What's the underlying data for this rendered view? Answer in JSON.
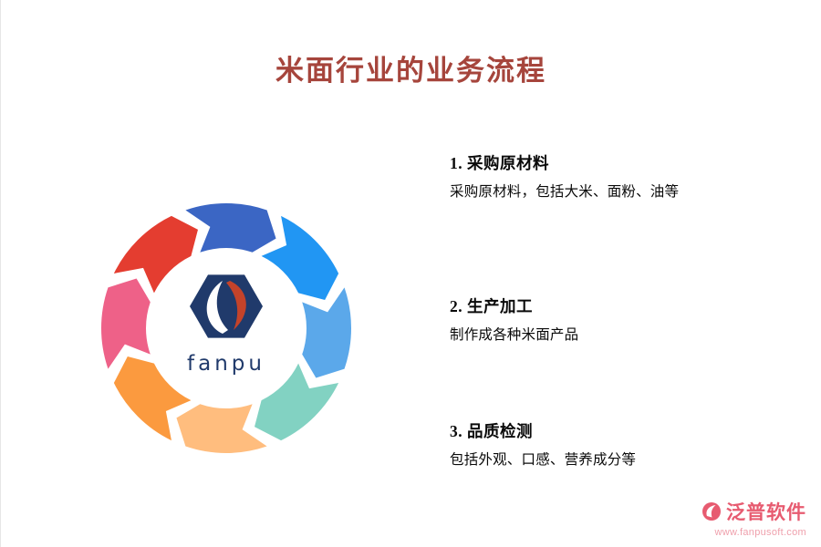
{
  "page": {
    "title": "米面行业的业务流程"
  },
  "wheel": {
    "center_text": "fanpu",
    "outer_radius": 137,
    "inner_radius": 88,
    "segments": [
      {
        "name": "segment-top",
        "color": "#3B66C4"
      },
      {
        "name": "segment-top-right",
        "color": "#2196F3"
      },
      {
        "name": "segment-right",
        "color": "#5BA8EA"
      },
      {
        "name": "segment-bottom-right",
        "color": "#82D2C2"
      },
      {
        "name": "segment-bottom",
        "color": "#FFBD7E"
      },
      {
        "name": "segment-bottom-left",
        "color": "#FB9A3F"
      },
      {
        "name": "segment-left",
        "color": "#EE6188"
      },
      {
        "name": "segment-top-left",
        "color": "#E43D30"
      }
    ],
    "logo_colors": {
      "hexagon": "#203A6B",
      "swoosh": "#C4432A",
      "band": "#FFFFFF"
    }
  },
  "steps": [
    {
      "heading": "1. 采购原材料",
      "description": "采购原材料，包括大米、面粉、油等"
    },
    {
      "heading": "2. 生产加工",
      "description": "制作成各种米面产品"
    },
    {
      "heading": "3. 品质检测",
      "description": "包括外观、口感、营养成分等"
    }
  ],
  "footer": {
    "brand": "泛普软件",
    "url": "www.fanpusoft.com"
  },
  "colors": {
    "title": "#A6453C",
    "brand": "#E75B70"
  }
}
